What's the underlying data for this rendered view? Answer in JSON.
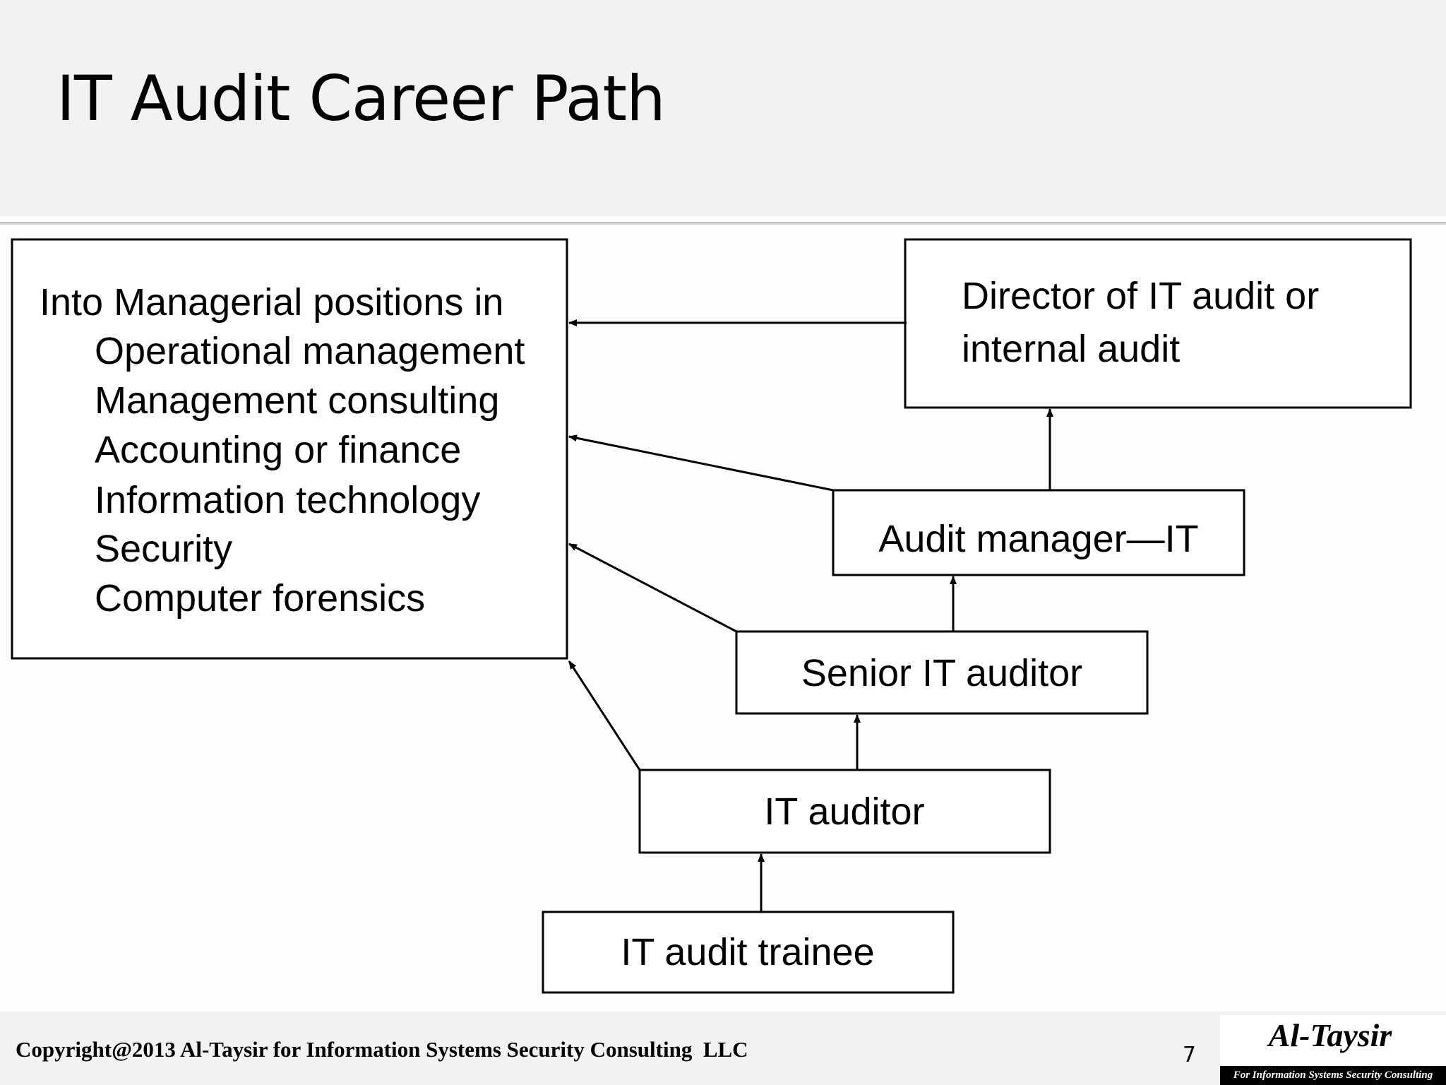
{
  "slide": {
    "title": "IT Audit Career Path",
    "page_number": "7"
  },
  "diagram": {
    "managerial_box": {
      "heading": "Into Managerial positions in",
      "items": [
        "Operational management",
        "Management consulting",
        "Accounting or finance",
        "Information technology",
        "Security",
        "Computer forensics"
      ]
    },
    "director": {
      "line1": "Director of  IT audit or",
      "line2": "internal audit"
    },
    "audit_manager": "Audit manager—IT",
    "senior_auditor": "Senior IT auditor",
    "it_auditor": "IT auditor",
    "trainee": "IT audit trainee"
  },
  "footer": {
    "copyright": "Copyright@2013 Al-Taysir for Information Systems Security Consulting  LLC"
  },
  "logo": {
    "name": "Al-Taysir",
    "tagline": "For Information Systems Security Consulting"
  }
}
